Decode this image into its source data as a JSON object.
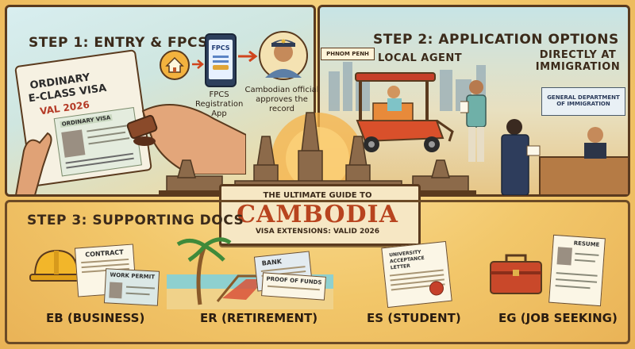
{
  "step1": {
    "heading": "STEP 1: ENTRY & FPCS",
    "visa_line1": "ORDINARY",
    "visa_line2": "E-CLASS VISA",
    "visa_line3": "VAL 2026",
    "passport_tag": "ORDINARY VISA",
    "phone_label": "FPCS",
    "app_caption_line1": "FPCS",
    "app_caption_line2": "Registration",
    "app_caption_line3": "App",
    "official_caption_line1": "Cambodian official",
    "official_caption_line2": "approves the record"
  },
  "step2": {
    "heading": "STEP 2: APPLICATION OPTIONS",
    "sign": "PHNOM PENH",
    "local_agent": "LOCAL AGENT",
    "direct_line1": "DIRECTLY AT",
    "direct_line2": "IMMIGRATION",
    "office_sign_line1": "GENERAL DEPARTMENT",
    "office_sign_line2": "OF IMMIGRATION"
  },
  "center": {
    "title_top": "THE ULTIMATE GUIDE TO",
    "title_main": "CAMBODIA",
    "title_bottom": "VISA EXTENSIONS: VALID 2026"
  },
  "step3": {
    "heading": "STEP 3: SUPPORTING DOCS",
    "items": [
      {
        "caption": "EB (BUSINESS)",
        "doc1": "CONTRACT",
        "doc2": "WORK PERMIT"
      },
      {
        "caption": "ER (RETIREMENT)",
        "doc1": "BANK",
        "doc2": "PROOF OF FUNDS"
      },
      {
        "caption": "ES (STUDENT)",
        "doc1": "UNIVERSITY ACCEPTANCE LETTER",
        "doc2": ""
      },
      {
        "caption": "EG (JOB SEEKING)",
        "doc1": "RESUME",
        "doc2": ""
      }
    ]
  },
  "colors": {
    "border": "#5a3a1e",
    "sky": "#bfe3e6",
    "sunset": "#f6b34a",
    "text": "#3b2a1a",
    "tuktuk": "#d9502b"
  }
}
